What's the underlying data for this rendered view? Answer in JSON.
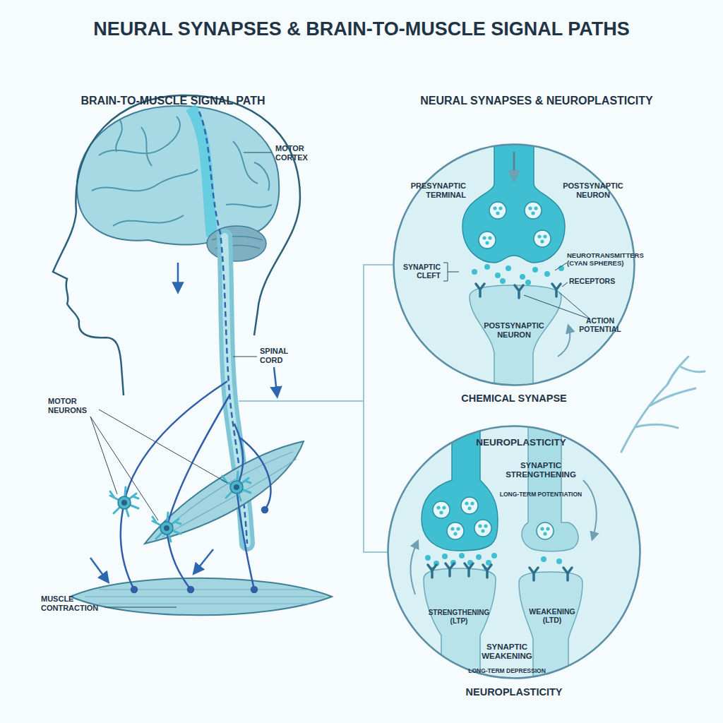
{
  "diagram": {
    "title": "NEURAL SYNAPSES & BRAIN-TO-MUSCLE SIGNAL PATHS",
    "nodes": [
      {
        "text": [
          "PRESYNAPTIC TERMINAL",
          "POSTSYNAPTIC NEURON",
          "SYNAPTIC CLEFT",
          "NEUROTRANSMITTERS (CYAN SPHERES)",
          "RECEPTORS",
          "ACTION POTENTIAL",
          "POSTSYNAPTIC NEURON",
          "CHEMICAL SYNAPSE"
        ]
      },
      {
        "text": [
          "NEUROPLASTICITY",
          "SYNAPTIC STRENGTHENING",
          "LONG-TERM POTENTIATION",
          "STRENGTHENING (LTP)",
          "WEAKENING (LTD)",
          "SYNAPTIC WEAKENING",
          "LONG-TERM DEPRESSION",
          "NEUROPLASTICITY"
        ]
      }
    ],
    "edges": [
      {
        "from": 0,
        "to": 1,
        "arrow": "none"
      }
    ],
    "labels": [
      "BRAIN-TO-MUSCLE SIGNAL PATH",
      "NEURAL SYNAPSES & NEUROPLASTICITY",
      "MOTOR CORTEX",
      "SPINAL CORD",
      "MOTOR NEURONS",
      "MUSCLE CONTRACTION"
    ]
  }
}
